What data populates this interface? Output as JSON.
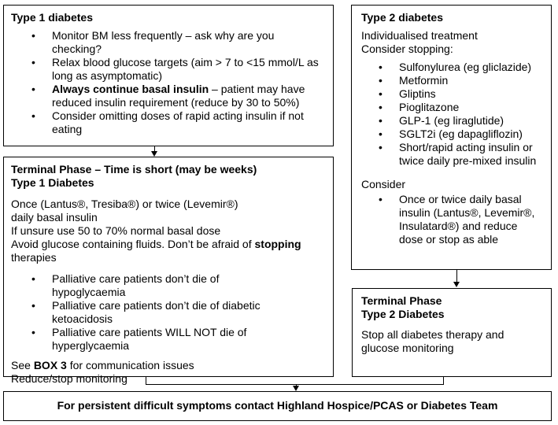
{
  "type1": {
    "title": "Type 1 diabetes",
    "items": [
      {
        "text": "Monitor BM less frequently – ask why are you checking?"
      },
      {
        "text": "Relax blood glucose targets (aim > 7 to <15 mmol/L as long as asymptomatic)"
      },
      {
        "bold": "Always continue basal insulin",
        "text": " – patient may have reduced insulin requirement (reduce by 30 to 50%)"
      },
      {
        "text": "Consider omitting doses of rapid acting insulin if not eating"
      }
    ]
  },
  "type2": {
    "title": "Type 2 diabetes",
    "intro1": "Individualised treatment",
    "intro2": "Consider stopping:",
    "stop_items": [
      "Sulfonylurea (eg gliclazide)",
      "Metformin",
      "Gliptins",
      "Pioglitazone",
      "GLP-1 (eg liraglutide)",
      "SGLT2i (eg dapagliflozin)",
      "Short/rapid acting insulin or twice daily pre-mixed insulin"
    ],
    "consider_label": "Consider",
    "consider_items": [
      "Once or twice daily basal insulin (Lantus®, Levemir®, Insulatard®) and reduce dose or stop as able"
    ]
  },
  "terminal1": {
    "title1": "Terminal Phase – Time is short (may be weeks)",
    "title2": "Type 1 Diabetes",
    "para1": "Once (Lantus®, Tresiba®) or twice (Levemir®) daily basal insulin",
    "para2": "If unsure use 50 to 70% normal basal dose",
    "para3_a": "Avoid glucose containing fluids. Don’t be afraid of ",
    "para3_bold": "stopping",
    "para3_b": " therapies",
    "items": [
      "Palliative care patients don’t die of hypoglycaemia",
      "Palliative care patients don’t die of diabetic ketoacidosis",
      "Palliative care patients WILL NOT die of hyperglycaemia"
    ],
    "see_a": "See ",
    "see_bold": "BOX 3",
    "see_b": " for communication issues",
    "reduce": "Reduce/stop monitoring"
  },
  "terminal2": {
    "title1": "Terminal Phase",
    "title2": "Type 2 Diabetes",
    "text": "Stop all diabetes therapy and glucose monitoring"
  },
  "footer": {
    "text": "For persistent difficult symptoms contact Highland Hospice/PCAS or Diabetes Team"
  }
}
